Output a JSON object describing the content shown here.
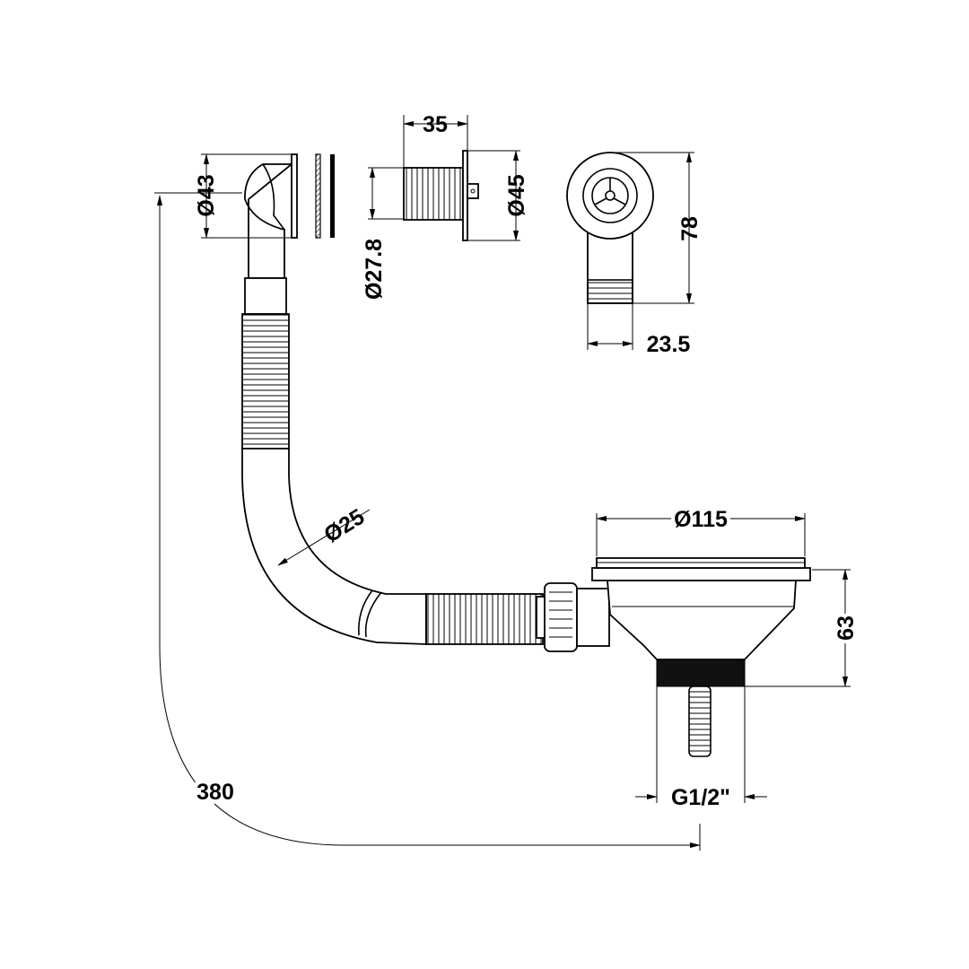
{
  "title": "Kitchen sink basket strainer waste with overflow – technical drawing",
  "dimensions": {
    "overflow_diameter": "Ø43",
    "plug_length": "35",
    "plug_flange_diameter": "Ø45",
    "plug_thread_diameter": "Ø27.8",
    "overflow_height": "78",
    "overflow_outlet_width": "23.5",
    "hose_diameter": "Ø25",
    "basket_diameter": "Ø115",
    "basket_depth": "63",
    "outlet_thread": "G1/2\"",
    "hose_length": "380"
  }
}
